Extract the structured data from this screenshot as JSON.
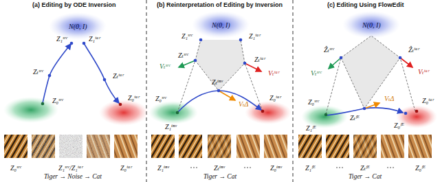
{
  "diagram": {
    "nodes": [
      {
        "text": [
          "N(0, I)"
        ]
      },
      {
        "text": [
          "N(0, I)"
        ]
      },
      {
        "text": [
          "N(0, I)"
        ]
      }
    ],
    "labels": [
      "(a) Editing by ODE Inversion",
      "(b) Reinterpretation of Editing by Inversion",
      "(c) Editing Using FlowEdit",
      "Z₁ˢʳᶜ",
      "Z₁ᵗᵃʳ",
      "Zₜˢʳᶜ",
      "Zₜᵗᵃʳ",
      "Z₀ˢʳᶜ",
      "Z₀ᵗᵃʳ",
      "Z₀ˢʳᶜ",
      "Z₁ˢʳᶜ/Z₁ᵗᵃʳ",
      "Z₀ᵗᵃʳ",
      "Tiger → Noise → Cat",
      "Z₁ˢʳᶜ",
      "Z₁ᵗᵃʳ",
      "Zₜˢʳᶜ",
      "Zₜᵗᵃʳ",
      "Vₜˢʳᶜ",
      "Vₜᵗᵃʳ",
      "Zₜⁱⁿᵛ",
      "VₜΔ",
      "Z₀ˢʳᶜ",
      "Z₁ⁱⁿᵛ",
      "Z₀ᵗᵃʳ",
      "Z₁ⁱⁿᵛ",
      "Zₜⁱⁿᵛ",
      "Z₀ⁱⁿᵛ",
      "Tiger → Cat",
      "Ẑₜˢʳᶜ",
      "Ẑₜᵗᵃʳ",
      "Vₜˢʳᶜ",
      "Vₜᵗᵃʳ",
      "Z₁ᶠᴱ",
      "Zₜᶠᴱ",
      "VₜΔ",
      "Z₀ˢʳᶜ",
      "Z₀ᶠᴱ",
      "Z₀ᵗᵃʳ",
      "Z₁ᶠᴱ",
      "Zₜᶠᴱ",
      "Z₀ᶠᴱ",
      "Tiger → Cat"
    ]
  }
}
